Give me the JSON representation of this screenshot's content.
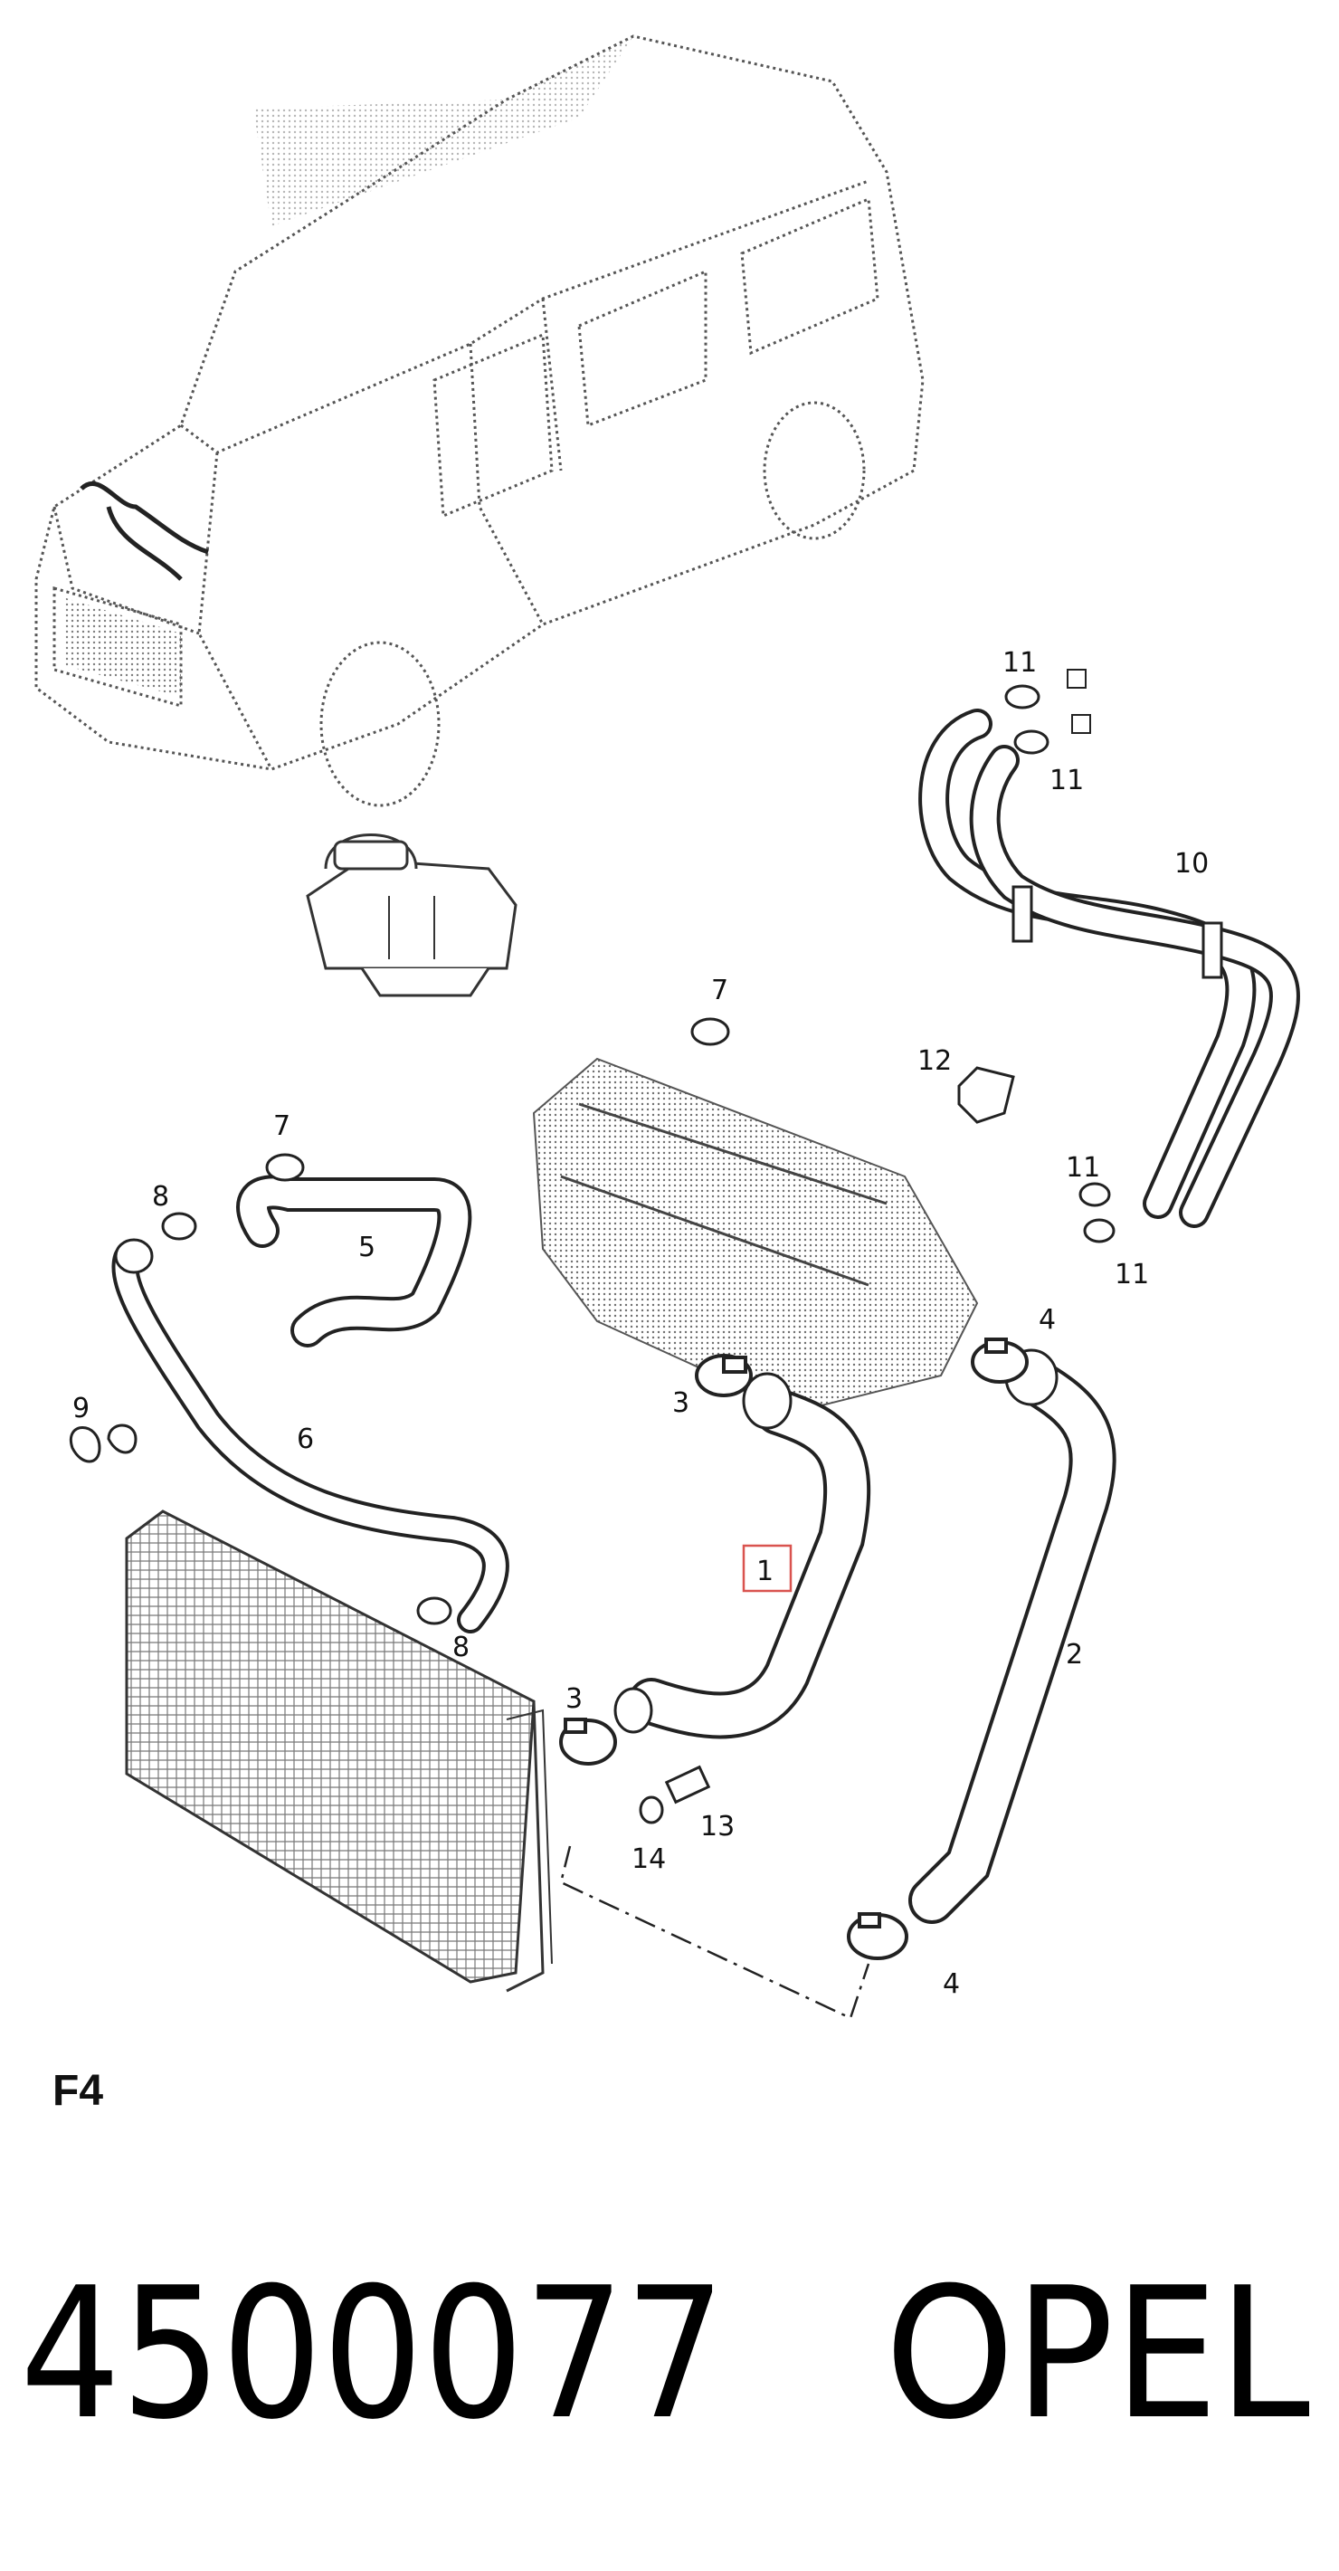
{
  "diagram": {
    "callouts": {
      "c1": "1",
      "c2": "2",
      "c3a": "3",
      "c3b": "3",
      "c4a": "4",
      "c4b": "4",
      "c5": "5",
      "c6": "6",
      "c7a": "7",
      "c7b": "7",
      "c8a": "8",
      "c8b": "8",
      "c9": "9",
      "c10": "10",
      "c11a": "11",
      "c11b": "11",
      "c11c": "11",
      "c11d": "11",
      "c12": "12",
      "c13": "13",
      "c14": "14"
    },
    "highlighted_callout": "1",
    "sheet_label": "F4",
    "part_number": "4500077",
    "brand": "OPEL",
    "colors": {
      "line": "#222222",
      "highlight_box": "#d9534f",
      "hatch": "#8a8a8a"
    }
  }
}
